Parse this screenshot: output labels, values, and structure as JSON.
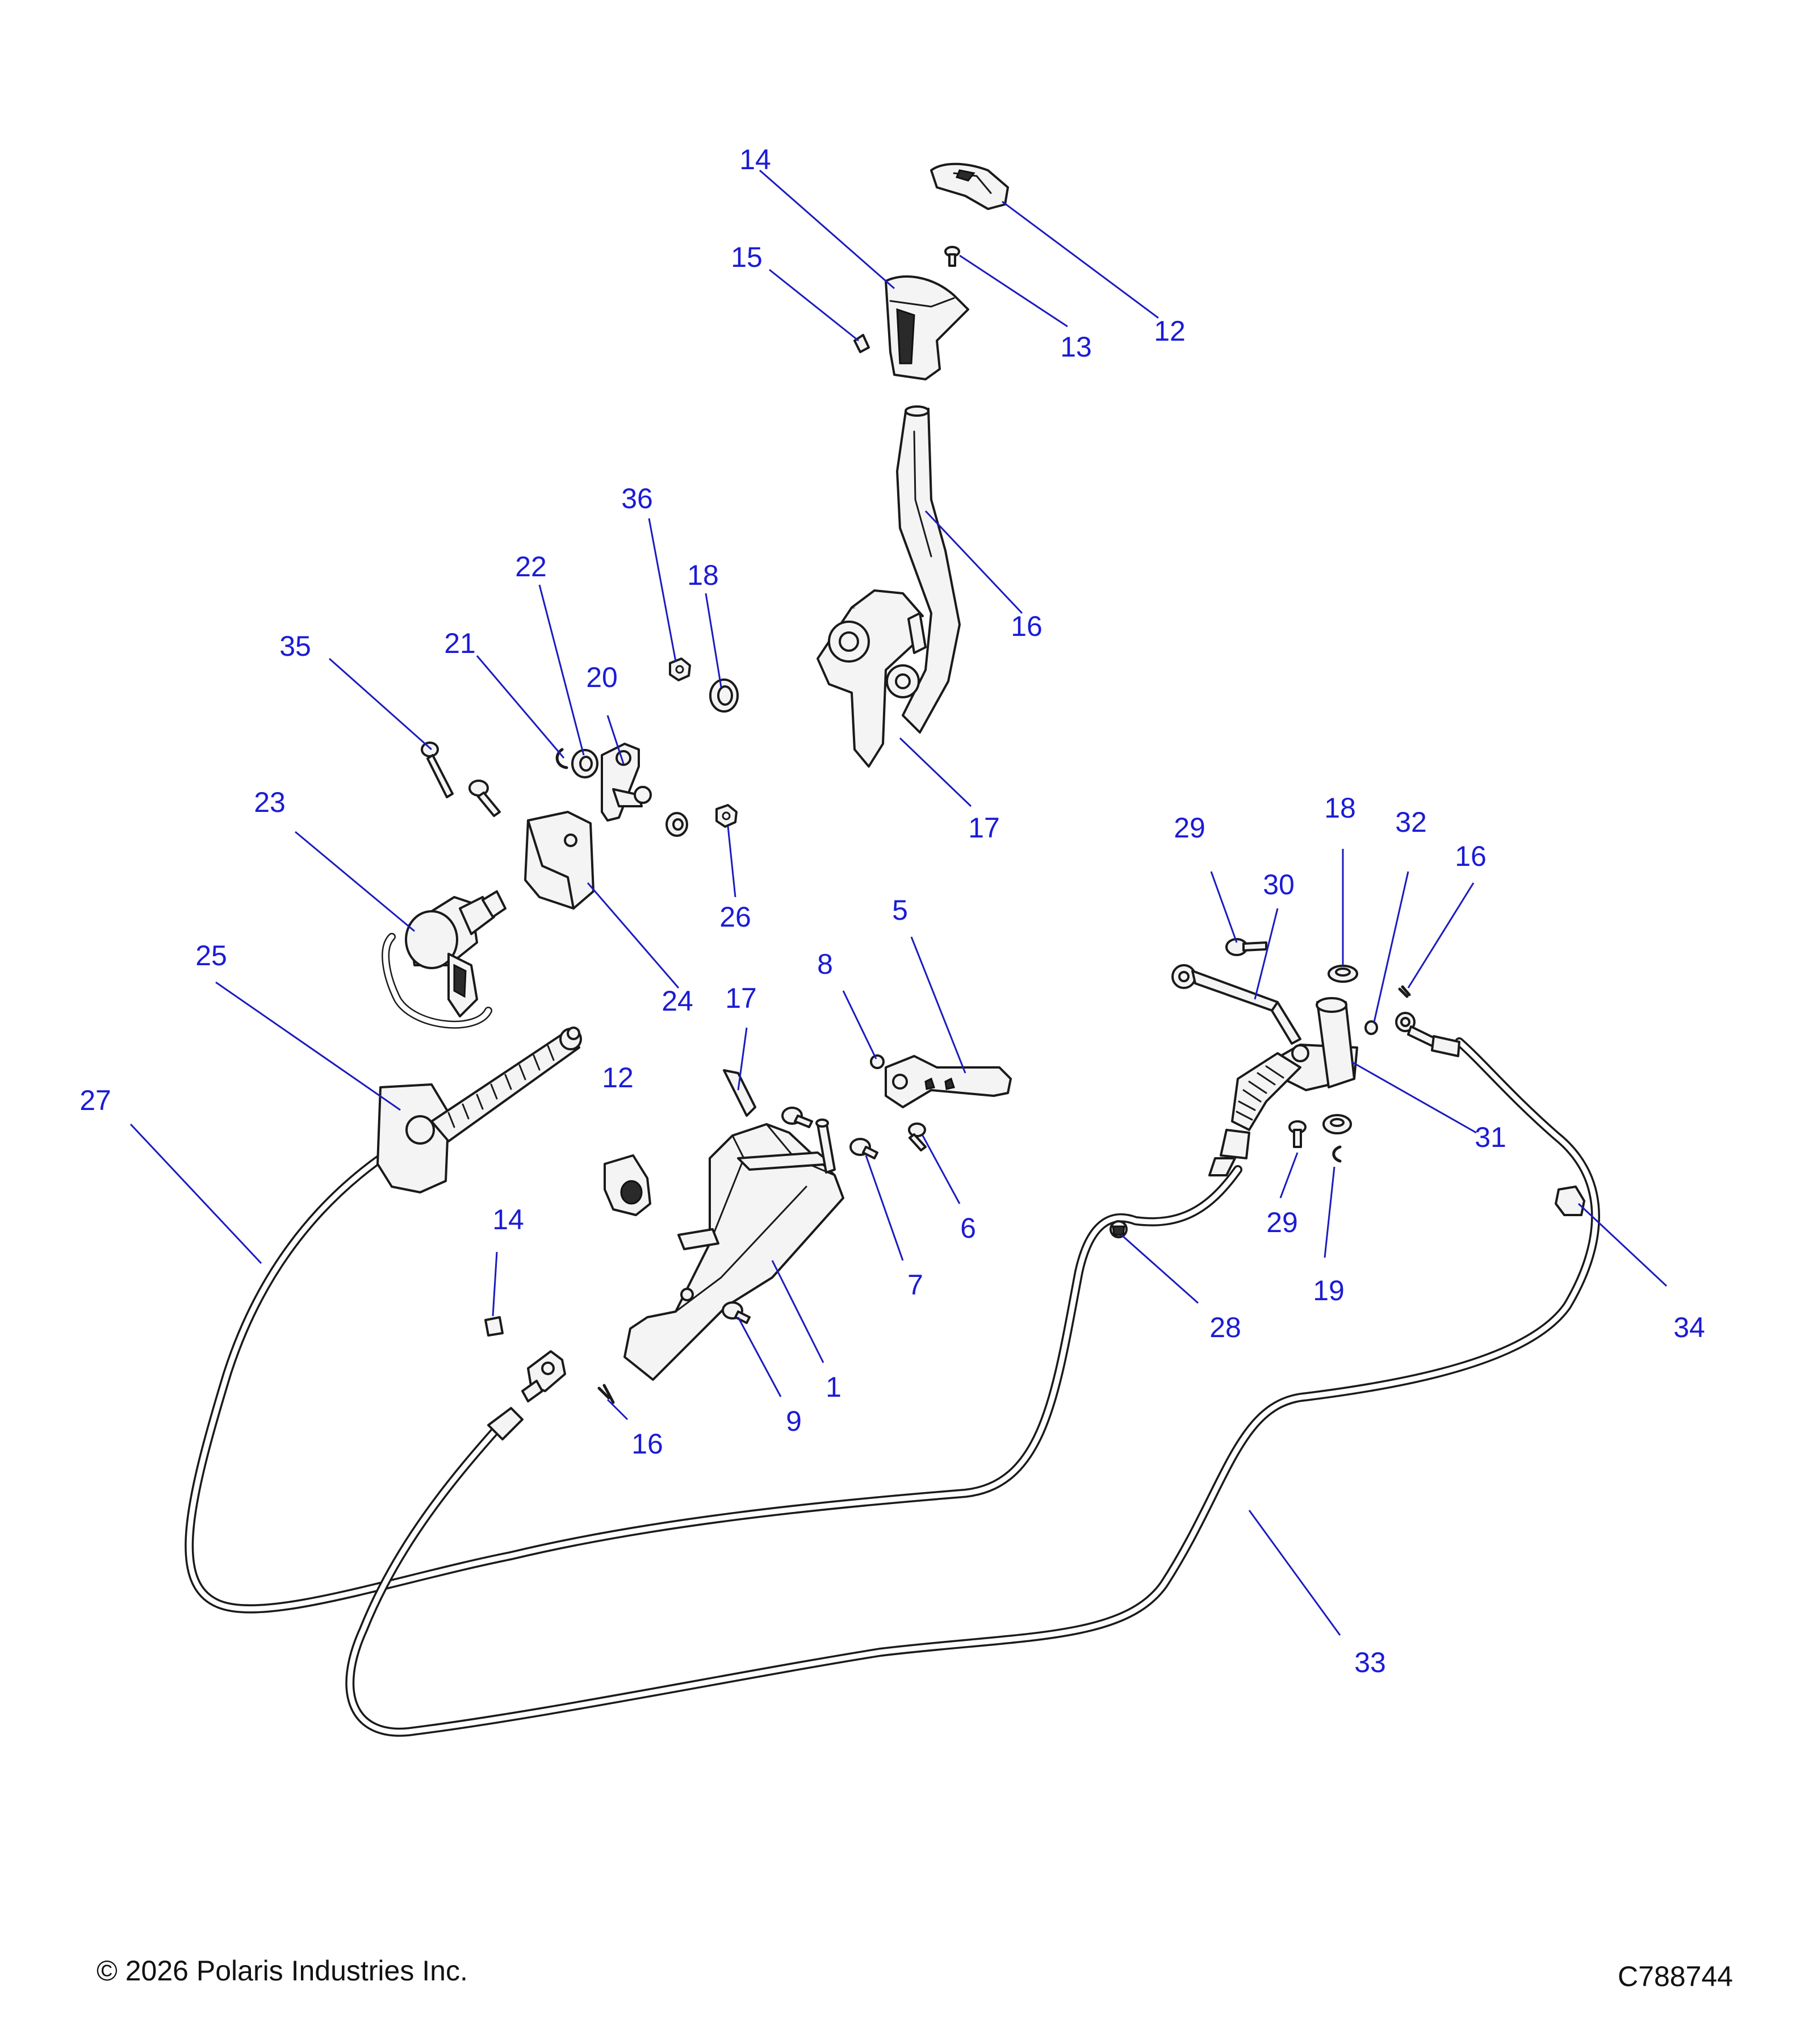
{
  "callouts": [
    {
      "id": "c14a",
      "label": "14"
    },
    {
      "id": "c15",
      "label": "15"
    },
    {
      "id": "c13",
      "label": "13"
    },
    {
      "id": "c12a",
      "label": "12"
    },
    {
      "id": "c36",
      "label": "36"
    },
    {
      "id": "c18a",
      "label": "18"
    },
    {
      "id": "c16a",
      "label": "16"
    },
    {
      "id": "c22",
      "label": "22"
    },
    {
      "id": "c20",
      "label": "20"
    },
    {
      "id": "c21",
      "label": "21"
    },
    {
      "id": "c35",
      "label": "35"
    },
    {
      "id": "c17a",
      "label": "17"
    },
    {
      "id": "c23",
      "label": "23"
    },
    {
      "id": "c26",
      "label": "26"
    },
    {
      "id": "c24",
      "label": "24"
    },
    {
      "id": "c29a",
      "label": "29"
    },
    {
      "id": "c30",
      "label": "30"
    },
    {
      "id": "c18b",
      "label": "18"
    },
    {
      "id": "c32",
      "label": "32"
    },
    {
      "id": "c16b",
      "label": "16"
    },
    {
      "id": "c5",
      "label": "5"
    },
    {
      "id": "c8",
      "label": "8"
    },
    {
      "id": "c17b",
      "label": "17"
    },
    {
      "id": "c25",
      "label": "25"
    },
    {
      "id": "c12b",
      "label": "12"
    },
    {
      "id": "c27",
      "label": "27"
    },
    {
      "id": "c31",
      "label": "31"
    },
    {
      "id": "c6",
      "label": "6"
    },
    {
      "id": "c29b",
      "label": "29"
    },
    {
      "id": "c7",
      "label": "7"
    },
    {
      "id": "c14b",
      "label": "14"
    },
    {
      "id": "c19",
      "label": "19"
    },
    {
      "id": "c28",
      "label": "28"
    },
    {
      "id": "c34",
      "label": "34"
    },
    {
      "id": "c1",
      "label": "1"
    },
    {
      "id": "c9",
      "label": "9"
    },
    {
      "id": "c16c",
      "label": "16"
    },
    {
      "id": "c33",
      "label": "33"
    }
  ],
  "footer": {
    "copyright": "© 2026 Polaris Industries Inc.",
    "drawing_id": "C788744"
  },
  "colors": {
    "callout_text": "#1b1bd6",
    "leader_line": "#1b1bbf",
    "outline": "#1a1a1a"
  }
}
